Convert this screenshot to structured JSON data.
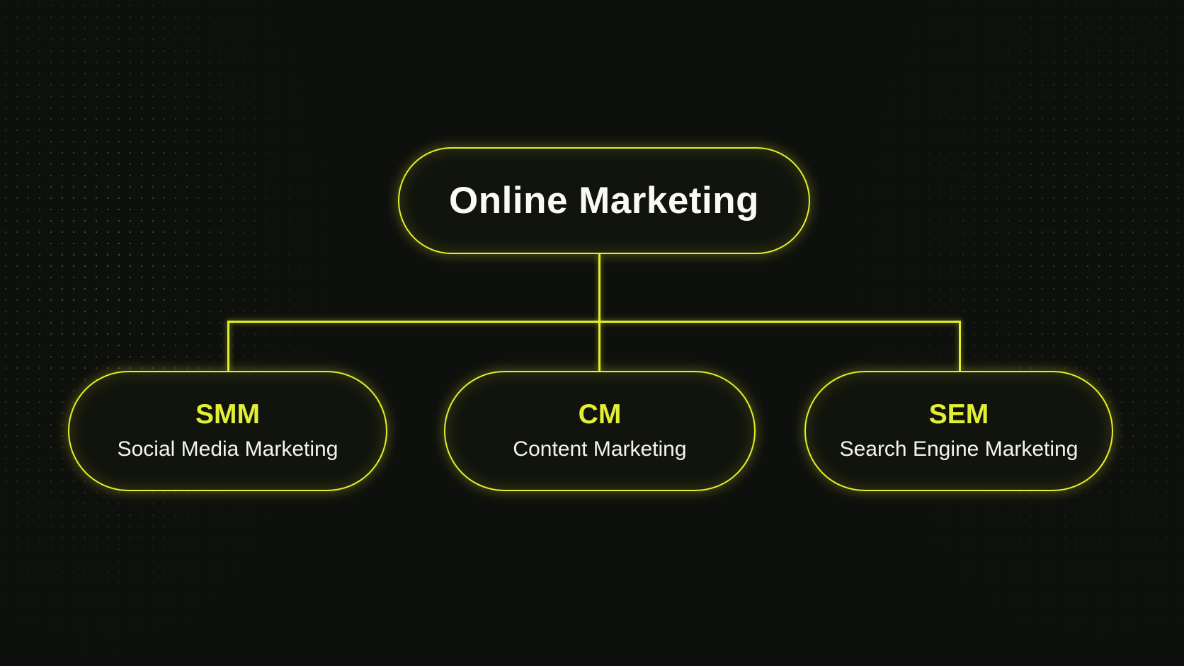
{
  "colors": {
    "accent": "#e3ee2c",
    "background": "#0e100d",
    "title_text": "#fafaf5"
  },
  "root": {
    "title": "Online Marketing"
  },
  "children": [
    {
      "abbr": "SMM",
      "full": "Social Media Marketing"
    },
    {
      "abbr": "CM",
      "full": "Content Marketing"
    },
    {
      "abbr": "SEM",
      "full": "Search Engine Marketing"
    }
  ]
}
